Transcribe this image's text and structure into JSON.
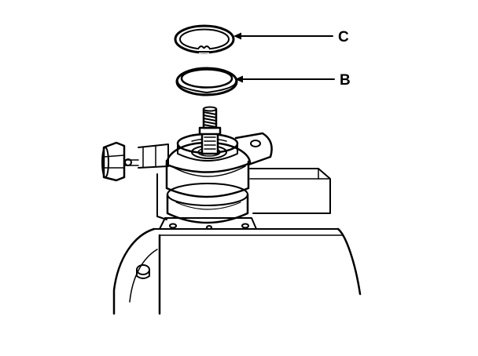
{
  "callouts": {
    "c": {
      "label": "C",
      "part": "snap-ring"
    },
    "b": {
      "label": "B",
      "part": "seal-ring"
    }
  },
  "colors": {
    "ink": "#000000",
    "paper": "#ffffff"
  }
}
